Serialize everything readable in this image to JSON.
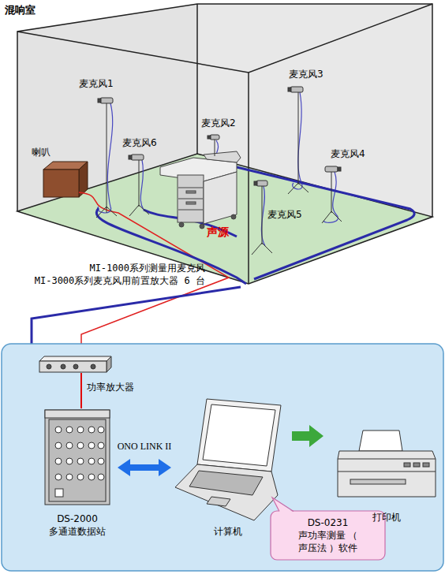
{
  "diagram": {
    "title": "混响室",
    "nodes": [
      {
        "text": [
          "功率放大器"
        ]
      },
      {
        "text": [
          "DS-2000 多通道数据站"
        ]
      },
      {
        "text": [
          "计算机"
        ]
      },
      {
        "text": [
          "打印机"
        ]
      },
      {
        "text": [
          "DS-0231 声功率测量 （ 声压法 ）软件"
        ]
      }
    ],
    "edges": [
      {
        "from": 0,
        "to": 1,
        "arrow": "none"
      },
      {
        "from": 1,
        "to": 2,
        "label": "ONO LINK II",
        "arrow": "both"
      },
      {
        "from": 2,
        "to": 3,
        "arrow": "to"
      }
    ],
    "labels": [
      "麦克风1",
      "麦克风2",
      "麦克风3",
      "麦克风6",
      "麦克风4",
      "喇叭",
      "麦克风5",
      "声源",
      "MI-1000系列测量用麦克风",
      "MI-3000系列麦克风用前置放大器 6 台"
    ]
  }
}
